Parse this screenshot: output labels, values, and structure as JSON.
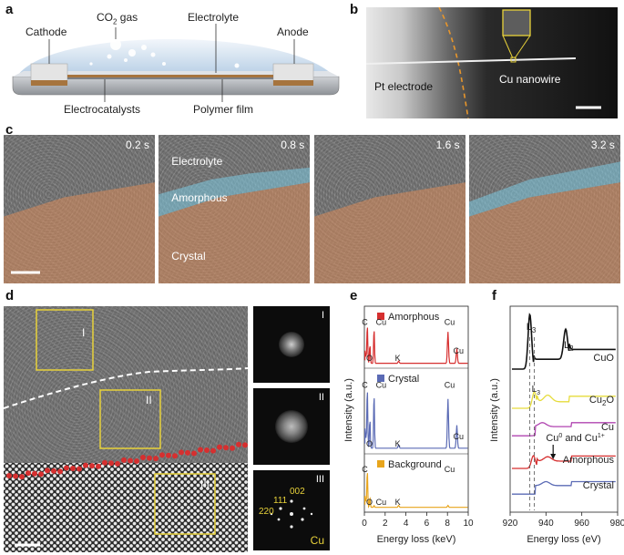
{
  "panel_labels": {
    "a": "a",
    "b": "b",
    "c": "c",
    "d": "d",
    "e": "e",
    "f": "f"
  },
  "panel_a": {
    "cathode": "Cathode",
    "co2_gas": "CO",
    "co2_sub": "2",
    "co2_gas_suffix": " gas",
    "electrolyte": "Electrolyte",
    "anode": "Anode",
    "electrocatalysts": "Electrocatalysts",
    "polymer_film": "Polymer film"
  },
  "panel_b": {
    "pt_electrode": "Pt electrode",
    "cu_nanowire": "Cu nanowire"
  },
  "panel_c": {
    "frames": [
      {
        "time": "0.2 s"
      },
      {
        "time": "0.8 s",
        "labels": {
          "electrolyte": "Electrolyte",
          "amorphous": "Amorphous",
          "crystal": "Crystal"
        }
      },
      {
        "time": "1.6 s"
      },
      {
        "time": "3.2 s"
      }
    ]
  },
  "panel_d": {
    "roi": [
      "I",
      "II",
      "III"
    ],
    "fft": [
      {
        "label": "I"
      },
      {
        "label": "II"
      },
      {
        "label": "III",
        "element": "Cu",
        "indices": [
          "220",
          "111",
          "002"
        ]
      }
    ]
  },
  "colors": {
    "amorphous": "#d62f2f",
    "crystal": "#5b6bb5",
    "background": "#e8a51c",
    "cuo": "#111111",
    "cu2o": "#e6dc3c",
    "cu": "#b044b0",
    "amorphous_f": "#d62f2f",
    "crystal_f": "#5b6bb5",
    "dashed_orange": "#e8962b",
    "roi_box": "#e8d23a",
    "overlay_orange": "#d98a5a",
    "overlay_cyan": "#7cc8e0"
  },
  "chart_data": [
    {
      "type": "line",
      "panel": "e",
      "xlabel": "Energy loss (keV)",
      "ylabel": "Intensity (a.u.)",
      "xlim": [
        0,
        10
      ],
      "xticks": [
        "0",
        "2",
        "4",
        "6",
        "8",
        "10"
      ],
      "series": [
        {
          "name": "Amorphous",
          "peaks": [
            "C",
            "Cu",
            "O",
            "K",
            "Cu",
            "Cu"
          ],
          "peak_x": [
            0.28,
            0.93,
            0.53,
            3.3,
            8.05,
            8.9
          ]
        },
        {
          "name": "Crystal",
          "peaks": [
            "C",
            "Cu",
            "O",
            "K",
            "Cu",
            "Cu"
          ],
          "peak_x": [
            0.28,
            0.93,
            0.53,
            3.3,
            8.05,
            8.9
          ]
        },
        {
          "name": "Background",
          "peaks": [
            "C",
            "O",
            "Cu",
            "K",
            "Cu"
          ],
          "peak_x": [
            0.28,
            0.53,
            0.93,
            3.3,
            8.05
          ]
        }
      ]
    },
    {
      "type": "line",
      "panel": "f",
      "xlabel": "Energy loss (eV)",
      "ylabel": "Intensity (a.u.)",
      "xlim": [
        920,
        980
      ],
      "xticks": [
        "920",
        "940",
        "960",
        "980"
      ],
      "annotations": [
        "L",
        "3",
        "L",
        "2",
        "L",
        "3",
        "Cu",
        "0",
        "and Cu",
        "1+"
      ],
      "series": [
        {
          "name": "CuO"
        },
        {
          "name": "Cu",
          "name_sub": "2",
          "name_suffix": "O"
        },
        {
          "name": "Cu"
        },
        {
          "name": "Amorphous"
        },
        {
          "name": "Crystal"
        }
      ]
    }
  ]
}
